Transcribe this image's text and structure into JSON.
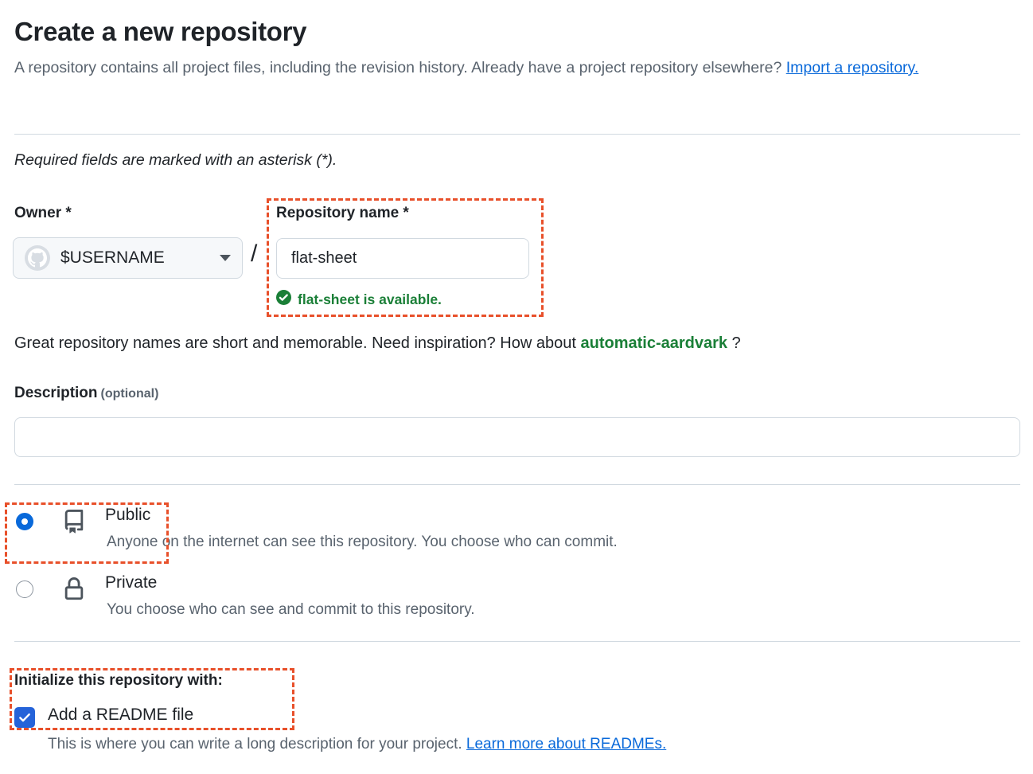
{
  "page": {
    "title": "Create a new repository",
    "subtitle_before_link": "A repository contains all project files, including the revision history. Already have a project repository elsewhere? ",
    "import_link": "Import a repository.",
    "required_note": "Required fields are marked with an asterisk (*)."
  },
  "owner": {
    "label": "Owner *",
    "value": "$USERNAME",
    "avatar_icon": "github-octocat-avatar-icon",
    "chevron_icon": "chevron-down-icon",
    "separator": "/"
  },
  "repository_name": {
    "label": "Repository name *",
    "value": "flat-sheet",
    "placeholder": "",
    "availability": "flat-sheet is available.",
    "availability_icon": "check-circle-icon",
    "availability_color": "#1a7f37"
  },
  "inspiration": {
    "before": "Great repository names are short and memorable. Need inspiration? How about ",
    "suggestion": "automatic-aardvark",
    "after": " ?"
  },
  "description": {
    "label": "Description",
    "optional": "(optional)",
    "value": "",
    "placeholder": ""
  },
  "visibility": {
    "options": [
      {
        "name": "Public",
        "description": "Anyone on the internet can see this repository. You choose who can commit.",
        "icon": "repo-book-icon",
        "selected": true
      },
      {
        "name": "Private",
        "description": "You choose who can see and commit to this repository.",
        "icon": "lock-icon",
        "selected": false
      }
    ]
  },
  "initialize": {
    "label": "Initialize this repository with:",
    "readme_label": "Add a README file",
    "readme_checked": true,
    "readme_description_before": "This is where you can write a long description for your project. ",
    "readme_link": "Learn more about READMEs."
  },
  "colors": {
    "accent_blue": "#0969da",
    "link_blue": "#0969da",
    "success_green": "#1a7f37",
    "annotation_orange": "#e8502a",
    "checkbox_blue": "#2563d9",
    "text_primary": "#1f2328",
    "text_muted": "#59636e",
    "border": "#d1d9e0"
  }
}
